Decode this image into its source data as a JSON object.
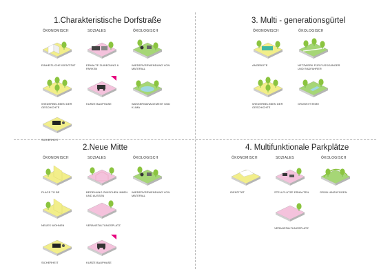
{
  "colors": {
    "economic": "#f2ee8a",
    "social": "#f4c2dc",
    "ecological": "#a6d676",
    "tree": "#8bc43f",
    "sidewalk": "#e6e6e6",
    "water": "#9fd8e2",
    "accent_magenta": "#e6007e"
  },
  "sections": [
    {
      "title": "1.Charakteristische Dorfstraße",
      "columns": [
        "ÖKONOMISCH",
        "SOZIALES",
        "ÖKOLOGISCH"
      ],
      "items": [
        {
          "caption": "EINHEITLICHE IDENTITAT",
          "theme": "economic",
          "icon": "street-identity-icon"
        },
        {
          "caption": "ERHALTE ZUWEGUNG & PARKEN",
          "theme": "social",
          "icon": "street-parking-icon"
        },
        {
          "caption": "WIEDERVERWENDUNG VON MATERIAL",
          "theme": "ecological",
          "icon": "material-reuse-icon"
        },
        {
          "caption": "WIEDERBELEBEN DER GESCHICHTE",
          "theme": "economic",
          "icon": "history-icon"
        },
        {
          "caption": "KURZE BAUPHASE",
          "theme": "social",
          "icon": "short-construction-icon"
        },
        {
          "caption": "WASSERMANAGEMENT UND KLIMA",
          "theme": "ecological",
          "icon": "water-management-icon"
        },
        {
          "caption": "SICHERHEIT",
          "theme": "economic",
          "icon": "safety-icon"
        }
      ]
    },
    {
      "title": "3. Multi - generationsgürtel",
      "columns": [
        "ÖKONOMISCH",
        "ÖKOLOGISCH"
      ],
      "items": [
        {
          "caption": "ANGEBOTE",
          "theme": "economic",
          "icon": "offerings-icon"
        },
        {
          "caption": "NETZWERK FÜR FUSSGÄNGER UND RADFAHRER",
          "theme": "ecological",
          "icon": "pedestrian-network-icon"
        },
        {
          "caption": "WIEDERBELEBEN DER GESCHICHTE",
          "theme": "economic",
          "icon": "history-icon"
        },
        {
          "caption": "GRÜNSYSTEME",
          "theme": "ecological",
          "icon": "green-system-icon"
        }
      ]
    },
    {
      "title": "2.Neue Mitte",
      "columns": [
        "ÖKONOMISCH",
        "SOZIALES",
        "ÖKOLOGISCH"
      ],
      "items": [
        {
          "caption": "PLACE TO BE",
          "theme": "economic",
          "icon": "place-to-be-icon"
        },
        {
          "caption": "BEZIEHUNG ZWISCHEN INNEN UND AUSSEN",
          "theme": "social",
          "icon": "inside-outside-icon"
        },
        {
          "caption": "WIEDERVERWENDUNG VON MATERIAL",
          "theme": "ecological",
          "icon": "material-reuse-icon"
        },
        {
          "caption": "NEUES WOHNEN",
          "theme": "economic",
          "icon": "new-housing-icon"
        },
        {
          "caption": "VERANSTALTUNGSPLATZ",
          "theme": "social",
          "icon": "event-square-icon"
        },
        {
          "caption": "SICHERHEIT",
          "theme": "economic",
          "icon": "safety-icon"
        },
        {
          "caption": "KURZE BAUPHASE",
          "theme": "social",
          "icon": "short-construction-icon"
        }
      ]
    },
    {
      "title": "4. Multifunktionale Parkplätze",
      "columns": [
        "ÖKONOMISCH",
        "SOZIALES",
        "ÖKOLOGISCH"
      ],
      "items": [
        {
          "caption": "IDENTITÄT",
          "theme": "economic",
          "icon": "identity-icon"
        },
        {
          "caption": "STELLPLÄTZE ERHALTEN",
          "theme": "social",
          "icon": "parking-spaces-icon"
        },
        {
          "caption": "GRÜN HINZUFÜGEN",
          "theme": "ecological",
          "icon": "add-green-icon"
        },
        {
          "caption": "VERANSTALTUNGSPLATZ",
          "theme": "social",
          "icon": "event-square-icon"
        }
      ]
    }
  ]
}
